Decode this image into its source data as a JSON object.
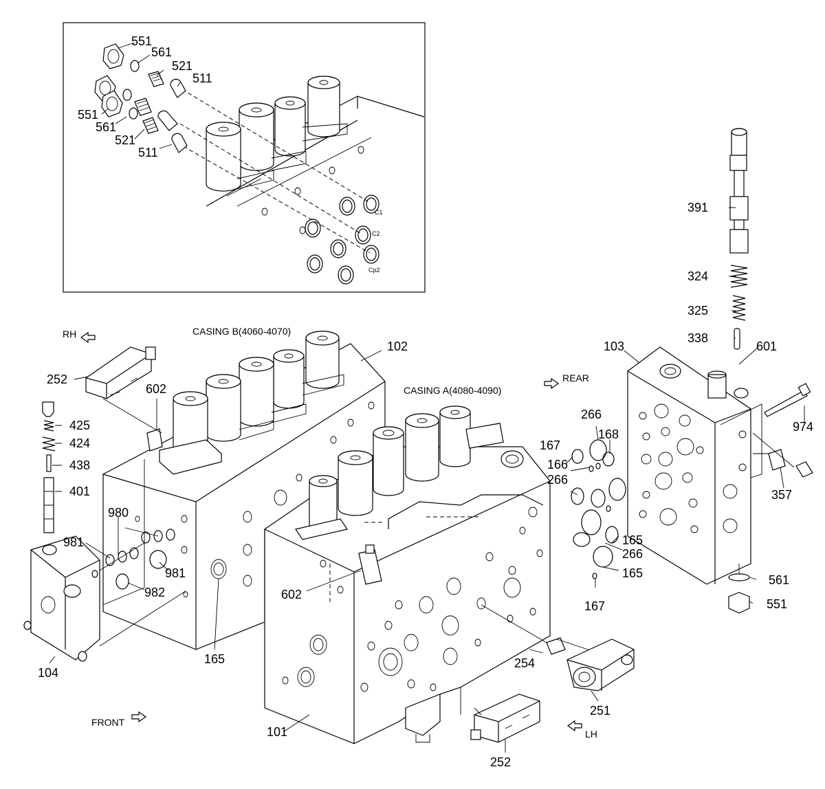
{
  "inset": {
    "labels": [
      "551",
      "561",
      "521",
      "511",
      "551",
      "561",
      "521",
      "511"
    ],
    "ports": [
      "C1",
      "C2",
      "Cp2"
    ]
  },
  "headers": {
    "casing_b": "CASING B(4060-4070)",
    "casing_a": "CASING A(4080-4090)"
  },
  "directions": {
    "rh": "RH",
    "rear": "REAR",
    "front": "FRONT",
    "lh": "LH"
  },
  "parts": {
    "p102": "102",
    "p103": "103",
    "p601": "601",
    "p974": "974",
    "p357": "357",
    "p391": "391",
    "p324": "324",
    "p325": "325",
    "p338": "338",
    "p561": "561",
    "p551": "551",
    "p266a": "266",
    "p168": "168",
    "p167a": "167",
    "p166": "166",
    "p266b": "266",
    "p165a": "165",
    "p266c": "266",
    "p165b": "165",
    "p167b": "167",
    "p252a": "252",
    "p602a": "602",
    "p425": "425",
    "p424": "424",
    "p438": "438",
    "p401": "401",
    "p980": "980",
    "p981a": "981",
    "p981b": "981",
    "p982": "982",
    "p104": "104",
    "p165c": "165",
    "p602b": "602",
    "p254": "254",
    "p251": "251",
    "p101": "101",
    "p252b": "252"
  }
}
